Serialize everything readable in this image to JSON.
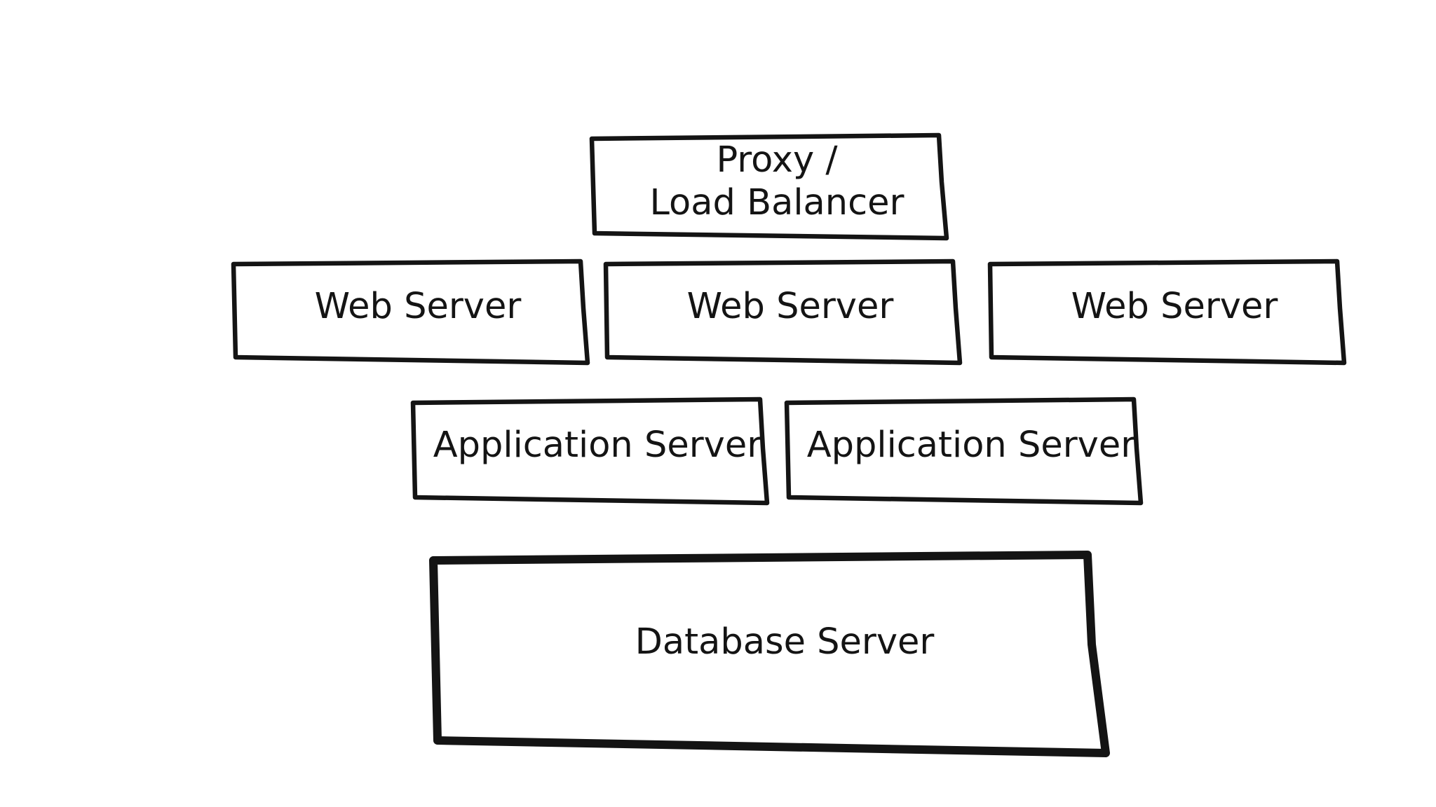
{
  "diagram": {
    "proxy": {
      "line1": "Proxy /",
      "line2": "Load Balancer"
    },
    "web_servers": [
      {
        "label": "Web Server"
      },
      {
        "label": "Web Server"
      },
      {
        "label": "Web Server"
      }
    ],
    "app_servers": [
      {
        "label": "Application Server"
      },
      {
        "label": "Application Server"
      }
    ],
    "database": {
      "label": "Database Server"
    },
    "colors": {
      "stroke": "#141414",
      "background": "#ffffff"
    }
  }
}
